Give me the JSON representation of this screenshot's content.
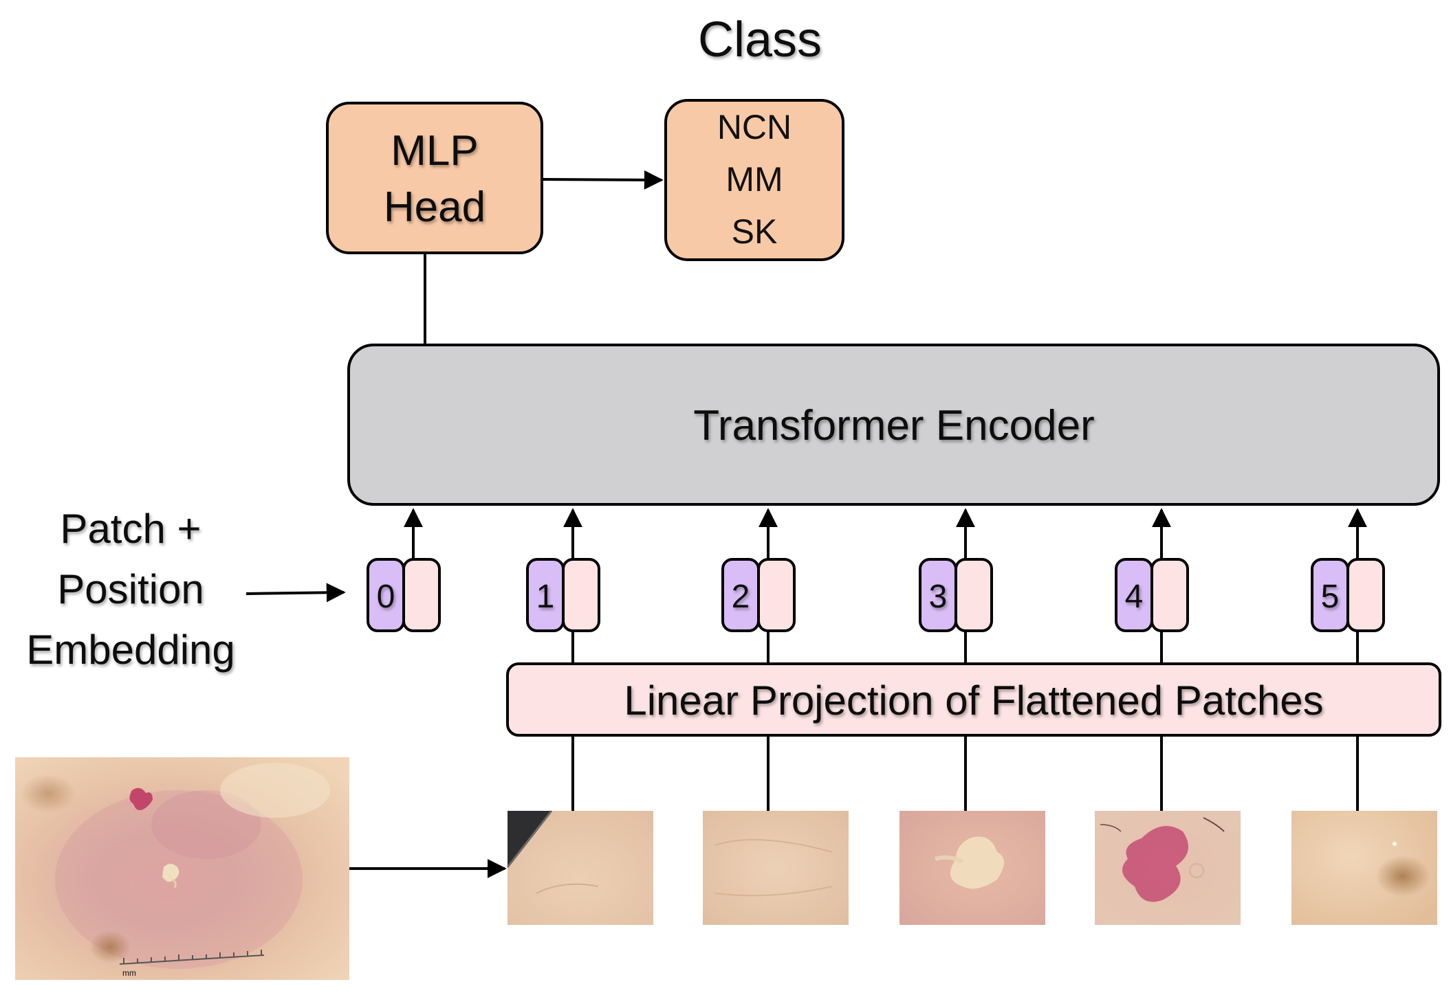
{
  "title": "Class",
  "mlp_head": {
    "line1": "MLP",
    "line2": "Head"
  },
  "classes": [
    "NCN",
    "MM",
    "SK"
  ],
  "encoder_label": "Transformer Encoder",
  "embedding_label": {
    "line1": "Patch +",
    "line2": "Position",
    "line3": "Embedding"
  },
  "tokens": [
    "0",
    "1",
    "2",
    "3",
    "4",
    "5"
  ],
  "projection_label": "Linear Projection of Flattened Patches",
  "image_scale_label": "mm",
  "colors": {
    "head_fill": "#f8c9a6",
    "encoder_fill": "#d0cfd1",
    "position_fill": "#d9bdf7",
    "patch_fill": "#fde3e3",
    "projection_fill": "#fde3e3",
    "stroke": "#000000"
  }
}
